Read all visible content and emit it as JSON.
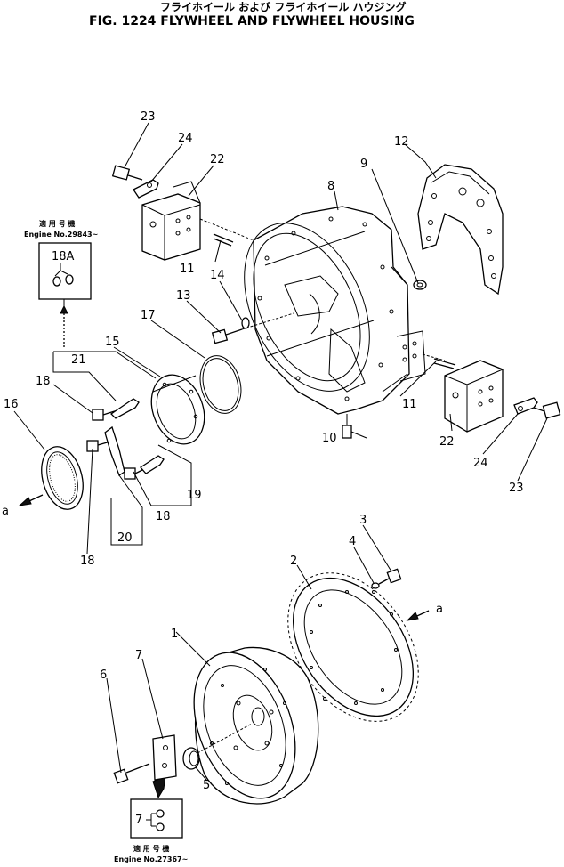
{
  "title": {
    "japanese": "フライホイール および フライホイール ハウジング",
    "english": "FIG. 1224   FLYWHEEL  AND  FLYWHEEL  HOUSING"
  },
  "insets": {
    "upper": {
      "heading_jp": "適 用 号 機",
      "heading_en": "Engine No.29843~",
      "part": "18A"
    },
    "lower": {
      "part": "7",
      "heading_jp": "適 用 号 機",
      "heading_en": "Engine No.27367~"
    }
  },
  "arrows": {
    "left": "a",
    "right": "a"
  },
  "callouts": {
    "p1": "1",
    "p2": "2",
    "p3": "3",
    "p4": "4",
    "p5": "5",
    "p6": "6",
    "p7": "7",
    "p8": "8",
    "p9": "9",
    "p10": "10",
    "p11a": "11",
    "p11b": "11",
    "p12": "12",
    "p13": "13",
    "p14": "14",
    "p15": "15",
    "p16": "16",
    "p17": "17",
    "p18a": "18",
    "p18b": "18",
    "p18c": "18",
    "p19": "19",
    "p20": "20",
    "p21": "21",
    "p22a": "22",
    "p22b": "22",
    "p23a": "23",
    "p23b": "23",
    "p24a": "24",
    "p24b": "24"
  }
}
